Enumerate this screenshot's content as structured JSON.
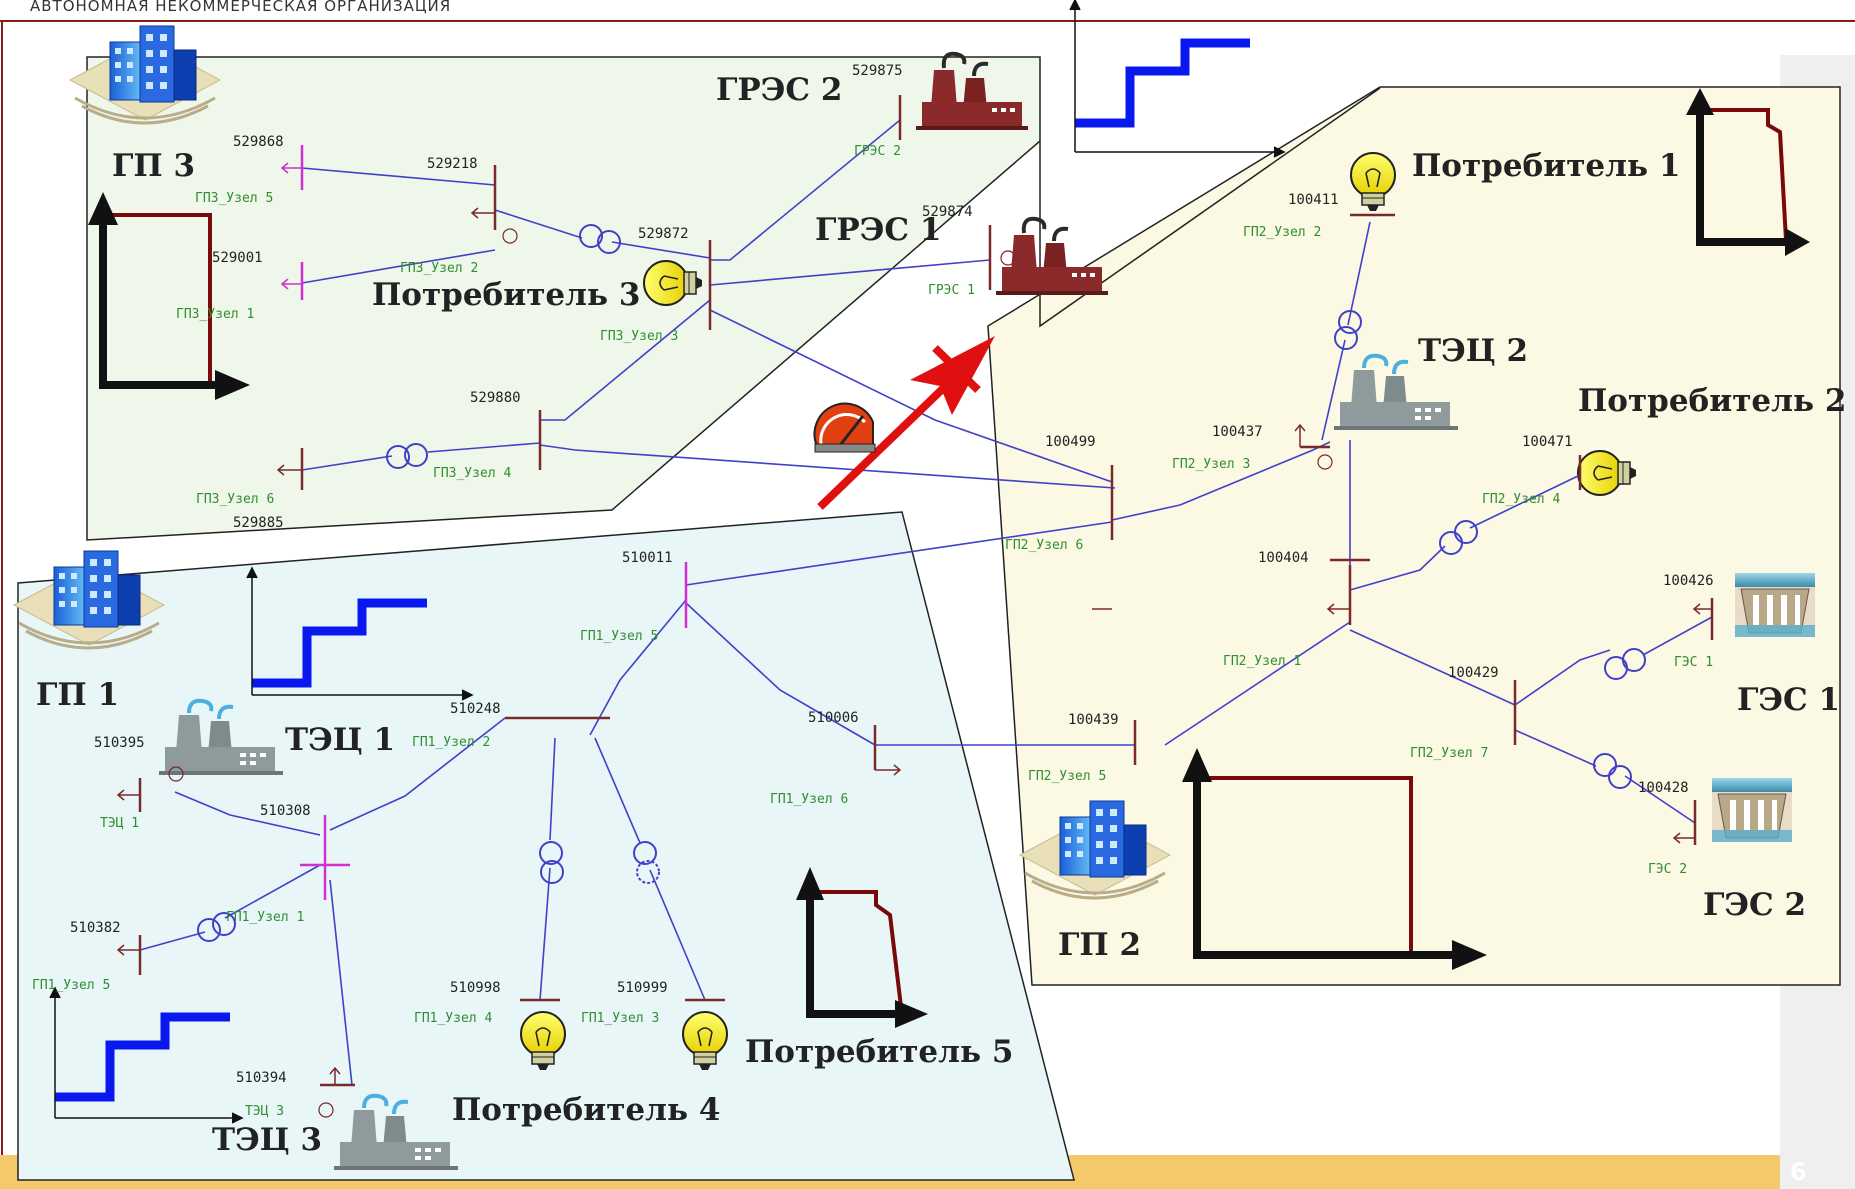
{
  "header": {
    "org": "АВТОНОМНАЯ НЕКОММЕРЧЕСКАЯ ОРГАНИЗАЦИЯ"
  },
  "slide_number": "6",
  "colors": {
    "gp3_fill": "#eef7ea",
    "gp2_fill": "#fbf8e4",
    "gp1_fill": "#e8f6f8",
    "line": "#4040c8",
    "footer": "#f4c96a",
    "arrow_red": "#e01010",
    "step_blue": "#0a18f0",
    "step_red": "#7a0a0a",
    "bus_brown": "#7a2a2a",
    "bus_magenta": "#d030d0"
  },
  "areas": {
    "gp3": "ГП 3",
    "gp2": "ГП 2",
    "gp1": "ГП 1"
  },
  "gens": {
    "gres2": "ГРЭС 2",
    "gres1": "ГРЭС 1",
    "tec1": "ТЭЦ 1",
    "tec2": "ТЭЦ 2",
    "tec3": "ТЭЦ 3",
    "ges1": "ГЭС 1",
    "ges2": "ГЭС 2"
  },
  "consumers": {
    "c1": "Потребитель 1",
    "c2": "Потребитель 2",
    "c3": "Потребитель 3",
    "c4": "Потребитель 4",
    "c5": "Потребитель 5"
  },
  "numbers": {
    "n529868": "529868",
    "n529218": "529218",
    "n529875": "529875",
    "n529874": "529874",
    "n529001": "529001",
    "n529872": "529872",
    "n529880": "529880",
    "n529885": "529885",
    "n100411": "100411",
    "n100437": "100437",
    "n100499": "100499",
    "n100471": "100471",
    "n100404": "100404",
    "n100426": "100426",
    "n100429": "100429",
    "n100439": "100439",
    "n100428": "100428",
    "n510011": "510011",
    "n510248": "510248",
    "n510395": "510395",
    "n510006": "510006",
    "n510308": "510308",
    "n510382": "510382",
    "n510998": "510998",
    "n510999": "510999",
    "n510394": "510394"
  },
  "nodes": {
    "gp3_u5": "ГП3_Узел 5",
    "gp3_u2": "ГП3_Узел 2",
    "gp3_u1": "ГП3_Узел 1",
    "gp3_u3": "ГП3_Узел 3",
    "gp3_u4": "ГП3_Узел 4",
    "gp3_u6": "ГП3_Узел 6",
    "gres2": "ГРЭС 2",
    "gres1": "ГРЭС 1",
    "gp2_u2": "ГП2_Узел 2",
    "gp2_u3": "ГП2_Узел 3",
    "gp2_u4": "ГП2_Узел 4",
    "gp2_u6": "ГП2_Узел 6",
    "gp2_u1": "ГП2_Узел 1",
    "gp2_u7": "ГП2_Узел 7",
    "gp2_u5": "ГП2_Узел 5",
    "ges1": "ГЭС 1",
    "ges2": "ГЭС 2",
    "gp1_u5": "ГП1_Узел 5",
    "gp1_u2": "ГП1_Узел 2",
    "gp1_u6": "ГП1_Узел 6",
    "gp1_u1": "ГП1_Узел 1",
    "gp1_u4": "ГП1_Узел 4",
    "gp1_u3": "ГП1_Узел 3",
    "tec3": "ТЭЦ 3",
    "tec1": "ТЭЦ 1"
  }
}
